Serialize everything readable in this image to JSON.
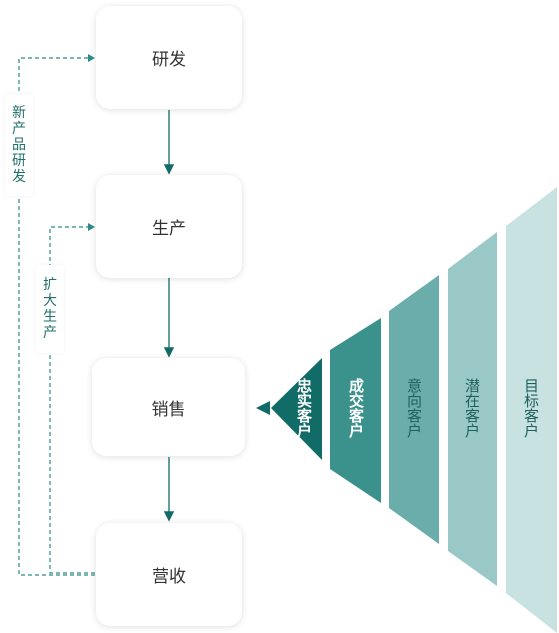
{
  "flow": {
    "rd": "研发",
    "production": "生产",
    "sales": "销售",
    "revenue": "营收"
  },
  "loops": {
    "new_product_rd": "新产品研发",
    "expand_production": "扩大生产"
  },
  "funnel": {
    "segments": [
      {
        "label": "忠实客户",
        "color": "#116b67",
        "text_color": "#ffffff"
      },
      {
        "label": "成交客户",
        "color": "#3b918c",
        "text_color": "#ffffff"
      },
      {
        "label": "意向客户",
        "color": "#6aadab",
        "text_color": "#1f5f5c"
      },
      {
        "label": "潜在客户",
        "color": "#9ac8c6",
        "text_color": "#1f5f5c"
      },
      {
        "label": "目标客户",
        "color": "#c8e2e1",
        "text_color": "#1f5f5c"
      }
    ],
    "pointer_color": "#116b67"
  },
  "colors": {
    "line": "#126b67",
    "dash": "#2f8a86"
  }
}
